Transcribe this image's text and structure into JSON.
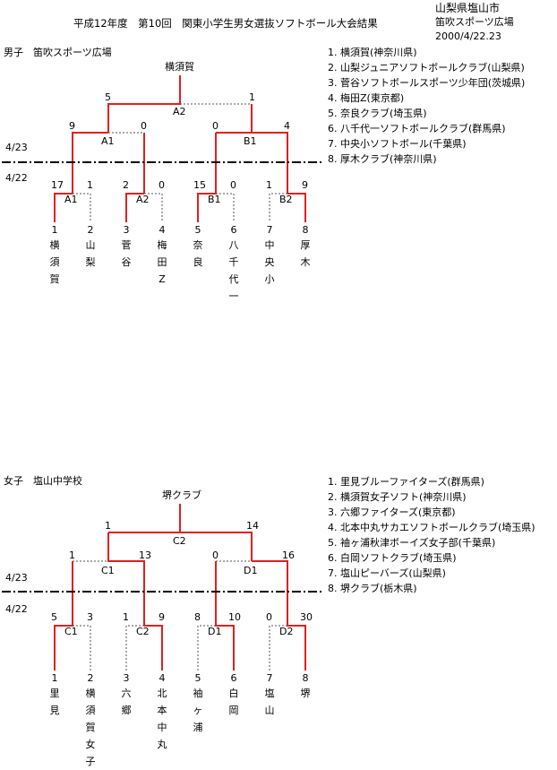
{
  "header": {
    "title": "平成12年度　第10回　関東小学生男女選抜ソフトボール大会結果",
    "location_pref": "山梨県塩山市",
    "location_venue": "笛吹スポーツ広場",
    "date": "2000/4/22.23"
  },
  "date_labels": {
    "day2": "4/23",
    "day1": "4/22"
  },
  "boys": {
    "label": "男子　笛吹スポーツ広場",
    "champion": "横須賀",
    "final": {
      "label": "A2",
      "left": "5",
      "right": "1"
    },
    "semis": [
      {
        "label": "A1",
        "left": "9",
        "right": "0"
      },
      {
        "label": "B1",
        "left": "0",
        "right": "4"
      }
    ],
    "first": [
      {
        "label": "A1",
        "left": "17",
        "right": "1"
      },
      {
        "label": "A2",
        "left": "2",
        "right": "0"
      },
      {
        "label": "B1",
        "left": "15",
        "right": "0"
      },
      {
        "label": "B2",
        "left": "1",
        "right": "9"
      }
    ],
    "teams": [
      {
        "num": "1",
        "name": "横須賀"
      },
      {
        "num": "2",
        "name": "山梨"
      },
      {
        "num": "3",
        "name": "菅谷"
      },
      {
        "num": "4",
        "name": "梅田Z"
      },
      {
        "num": "5",
        "name": "奈良"
      },
      {
        "num": "6",
        "name": "八千代一"
      },
      {
        "num": "7",
        "name": "中央小"
      },
      {
        "num": "8",
        "name": "厚木"
      }
    ],
    "ranking": [
      "1. 横須賀(神奈川県)",
      "2. 山梨ジュニアソフトボールクラブ(山梨県)",
      "3. 菅谷ソフトボールスポーツ少年団(茨城県)",
      "4. 梅田Z(東京都)",
      "5. 奈良クラブ(埼玉県)",
      "6. 八千代一ソフトボールクラブ(群馬県)",
      "7. 中央小ソフトボール(千葉県)",
      "8. 厚木クラブ(神奈川県)"
    ]
  },
  "girls": {
    "label": "女子　塩山中学校",
    "champion": "堺クラブ",
    "final": {
      "label": "C2",
      "left": "1",
      "right": "14"
    },
    "semis": [
      {
        "label": "C1",
        "left": "1",
        "right": "13"
      },
      {
        "label": "D1",
        "left": "0",
        "right": "16"
      }
    ],
    "first": [
      {
        "label": "C1",
        "left": "5",
        "right": "3"
      },
      {
        "label": "C2",
        "left": "1",
        "right": "9"
      },
      {
        "label": "D1",
        "left": "8",
        "right": "10"
      },
      {
        "label": "D2",
        "left": "0",
        "right": "30"
      }
    ],
    "teams": [
      {
        "num": "1",
        "name": "里見"
      },
      {
        "num": "2",
        "name": "横須賀女子"
      },
      {
        "num": "3",
        "name": "六郷"
      },
      {
        "num": "4",
        "name": "北本中丸"
      },
      {
        "num": "5",
        "name": "袖ヶ浦"
      },
      {
        "num": "6",
        "name": "白岡"
      },
      {
        "num": "7",
        "name": "塩山"
      },
      {
        "num": "8",
        "name": "堺"
      }
    ],
    "ranking": [
      "1. 里見ブルーファイターズ(群馬県)",
      "2. 横須賀女子ソフト(神奈川県)",
      "3. 六郷ファイターズ(東京都)",
      "4. 北本中丸サカエソフトボールクラブ(埼玉県)",
      "5. 袖ヶ浦秋津ボーイズ女子部(千葉県)",
      "6. 白岡ソフトクラブ(埼玉県)",
      "7. 塩山ピーバーズ(山梨県)",
      "8. 堺クラブ(栃木県)"
    ]
  },
  "colors": {
    "winner_line": "#e02020",
    "loser_line": "#555555",
    "divider": "#000000"
  }
}
